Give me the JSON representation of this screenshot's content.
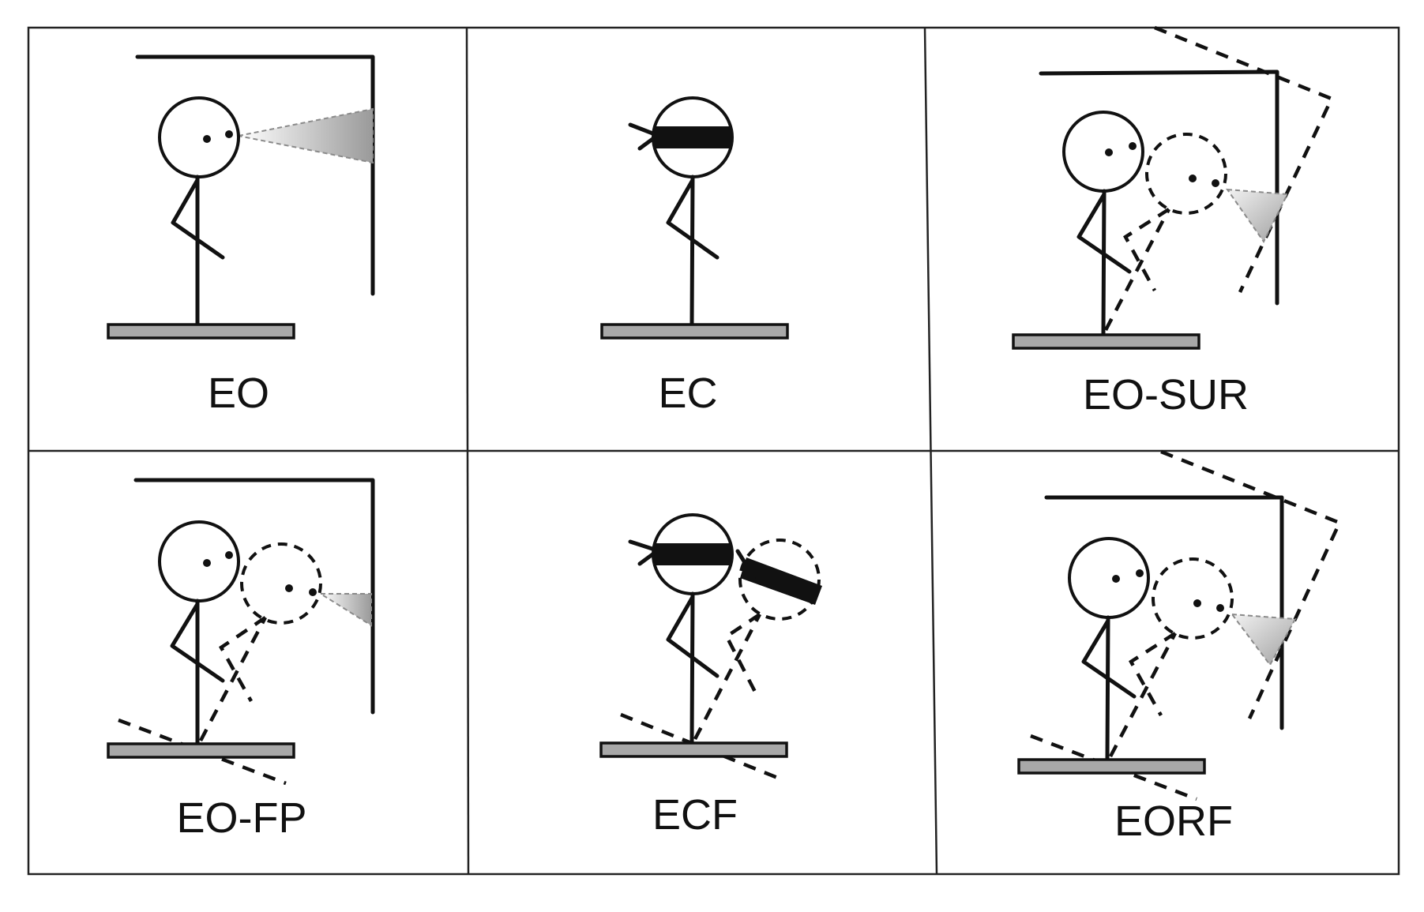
{
  "panels": [
    {
      "id": "eo",
      "label": "EO"
    },
    {
      "id": "ec",
      "label": "EC"
    },
    {
      "id": "eo-sur",
      "label": "EO-SUR"
    },
    {
      "id": "eo-fp",
      "label": "EO-FP"
    },
    {
      "id": "ecf",
      "label": "ECF"
    },
    {
      "id": "eorf",
      "label": "EORF"
    }
  ],
  "colors": {
    "line": "#111111",
    "platform": "#a8a8a8",
    "cone_light": "#ffffff",
    "cone_dark": "#9a9a9a"
  }
}
